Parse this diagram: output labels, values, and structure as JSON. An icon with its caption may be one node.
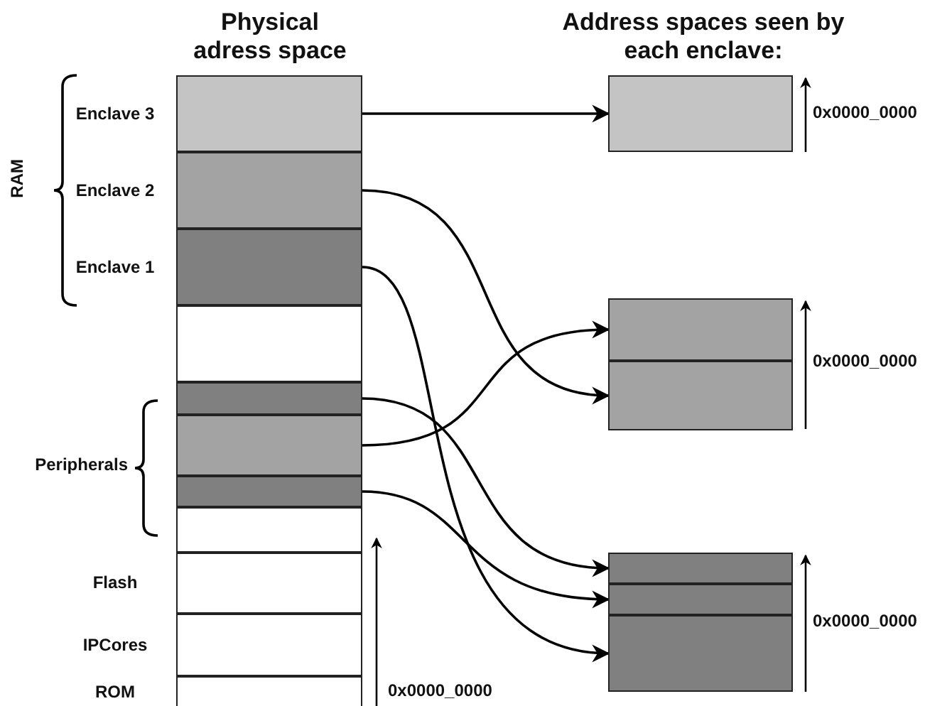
{
  "diagram": {
    "nodes": [
      {
        "text": [],
        "shape": "box",
        "beside": [
          "Enclave 3"
        ]
      },
      {
        "text": [],
        "shape": "box",
        "beside": [
          "Enclave 2"
        ]
      },
      {
        "text": [],
        "shape": "box",
        "beside": [
          "Enclave 1"
        ]
      },
      {
        "text": [],
        "shape": "box"
      },
      {
        "text": [],
        "shape": "box"
      },
      {
        "text": [],
        "shape": "box"
      },
      {
        "text": [],
        "shape": "box"
      },
      {
        "text": [],
        "shape": "box"
      },
      {
        "text": [],
        "shape": "box",
        "beside": [
          "Flash"
        ]
      },
      {
        "text": [],
        "shape": "box",
        "beside": [
          "IPCores"
        ]
      },
      {
        "text": [],
        "shape": "box",
        "beside": [
          "ROM"
        ]
      },
      {
        "text": [],
        "shape": "box"
      },
      {
        "text": [],
        "shape": "box"
      },
      {
        "text": [],
        "shape": "box"
      },
      {
        "text": [],
        "shape": "box"
      },
      {
        "text": [],
        "shape": "box"
      },
      {
        "text": [],
        "shape": "box"
      }
    ],
    "edges": [
      {
        "from": 0,
        "to": 11,
        "arrow": "to"
      },
      {
        "from": 1,
        "to": 13,
        "arrow": "to"
      },
      {
        "from": 2,
        "to": 16,
        "arrow": "to"
      },
      {
        "from": 4,
        "to": 14,
        "arrow": "to"
      },
      {
        "from": 5,
        "to": 12,
        "arrow": "to"
      },
      {
        "from": 6,
        "to": 15,
        "arrow": "to"
      }
    ],
    "labels": [
      "Physical adress space",
      "Address spaces seen by each enclave:",
      "RAM",
      "0x0000_0000",
      "0x0000_0000",
      "Peripherals",
      "0x0000_0000",
      "0x0000_0000"
    ]
  }
}
